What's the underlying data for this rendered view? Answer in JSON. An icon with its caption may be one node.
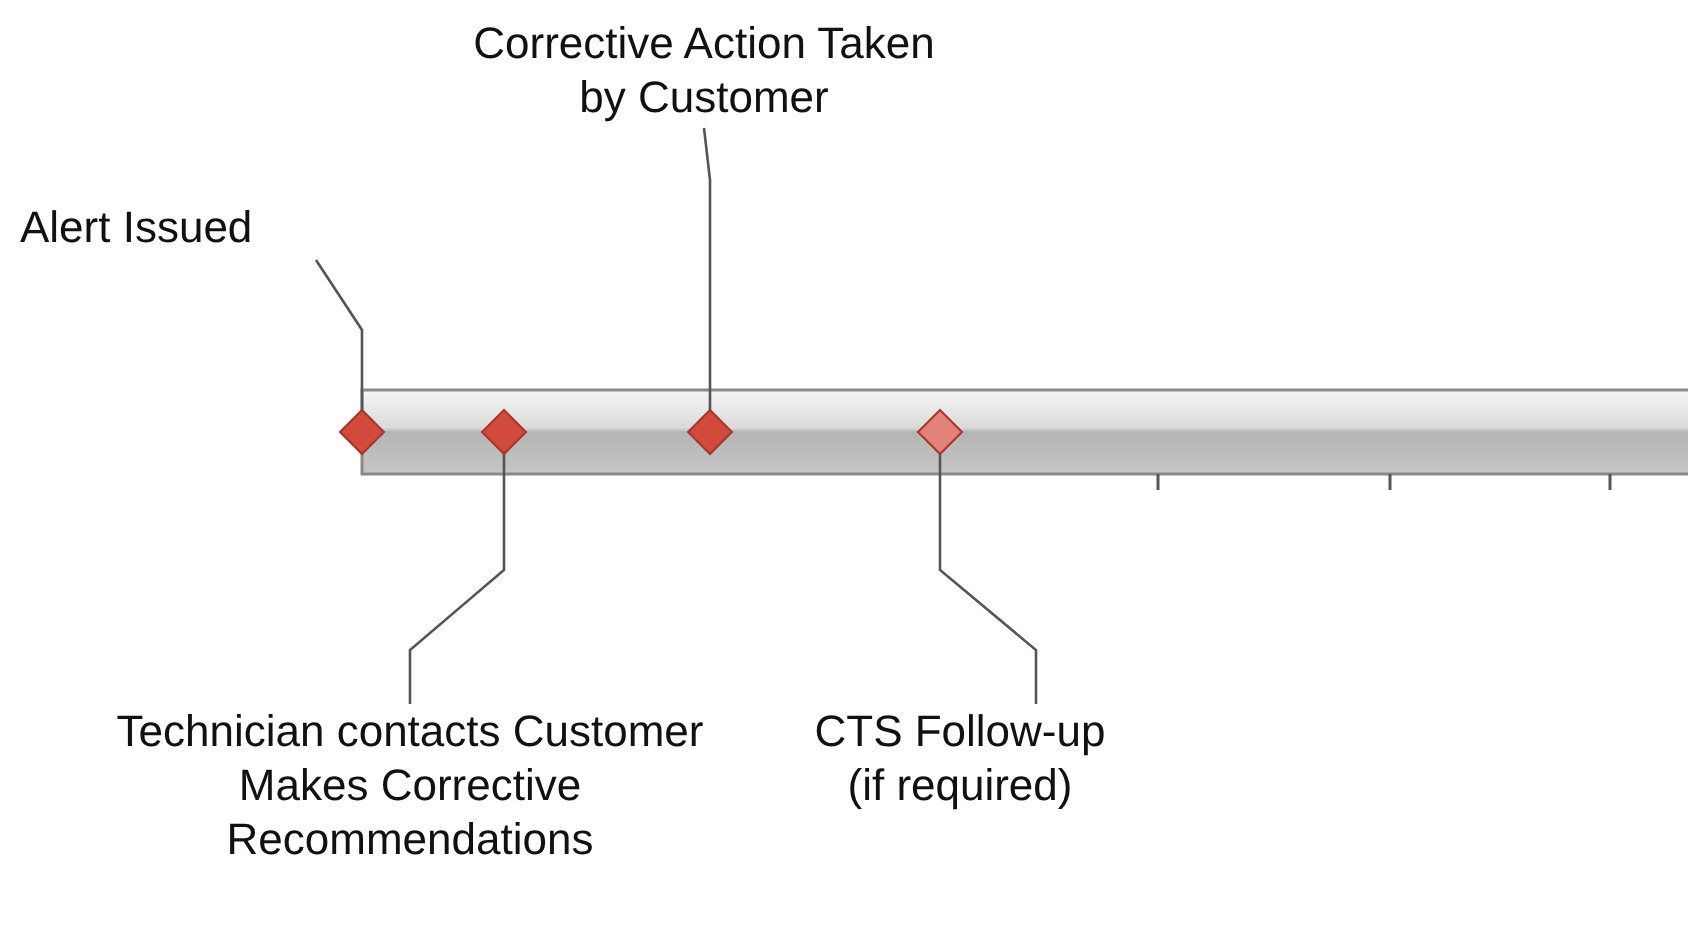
{
  "diagram": {
    "nodes": [
      {
        "text": [
          "Alert Issued"
        ]
      },
      {
        "text": [
          "Corrective Action Taken by Customer"
        ]
      },
      {
        "text": [
          "Technician contacts Customer Makes Corrective Recommendations"
        ]
      },
      {
        "text": [
          "CTS Follow-up (if required)"
        ]
      },
      {
        "text": [],
        "shape": "diamond"
      },
      {
        "text": [],
        "shape": "diamond"
      },
      {
        "text": [],
        "shape": "diamond"
      },
      {
        "text": [],
        "shape": "diamond"
      }
    ],
    "edges": [
      {
        "from": 0,
        "to": 4,
        "arrow": "none"
      },
      {
        "from": 2,
        "to": 5,
        "arrow": "none"
      },
      {
        "from": 1,
        "to": 6,
        "arrow": "none"
      },
      {
        "from": 3,
        "to": 7,
        "arrow": "none"
      }
    ]
  }
}
